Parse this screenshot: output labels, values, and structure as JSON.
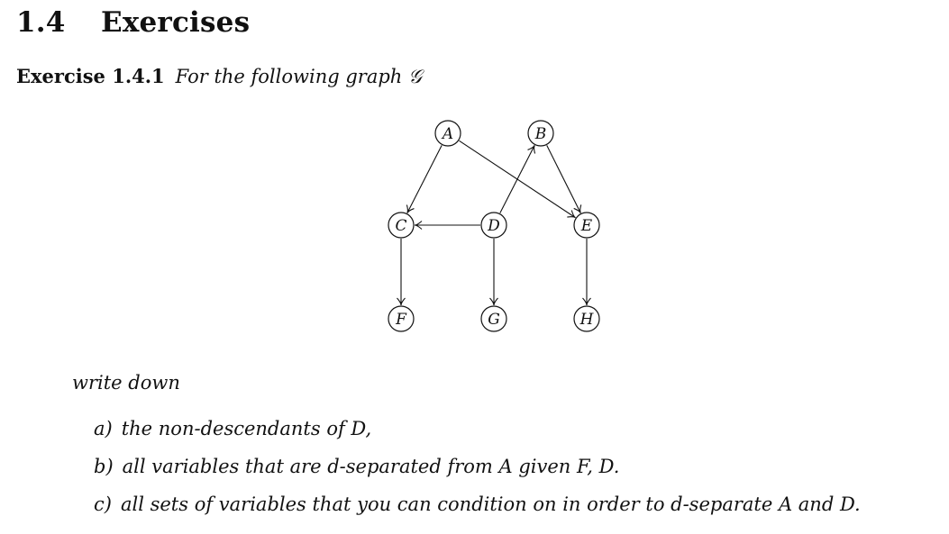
{
  "section": {
    "number": "1.4",
    "title": "Exercises"
  },
  "exercise": {
    "label": "Exercise 1.4.1",
    "prompt": "For the following graph 𝒢"
  },
  "graph": {
    "nodes": [
      {
        "id": "A",
        "label": "A"
      },
      {
        "id": "B",
        "label": "B"
      },
      {
        "id": "C",
        "label": "C"
      },
      {
        "id": "D",
        "label": "D"
      },
      {
        "id": "E",
        "label": "E"
      },
      {
        "id": "F",
        "label": "F"
      },
      {
        "id": "G",
        "label": "G"
      },
      {
        "id": "H",
        "label": "H"
      }
    ],
    "edges": [
      {
        "from": "A",
        "to": "C"
      },
      {
        "from": "A",
        "to": "E"
      },
      {
        "from": "B",
        "to": "E"
      },
      {
        "from": "D",
        "to": "B"
      },
      {
        "from": "D",
        "to": "C"
      },
      {
        "from": "C",
        "to": "F"
      },
      {
        "from": "D",
        "to": "G"
      },
      {
        "from": "E",
        "to": "H"
      }
    ]
  },
  "instruction": "write down",
  "questions": [
    {
      "marker": "a)",
      "text": "the non-descendants of D,"
    },
    {
      "marker": "b)",
      "text": "all variables that are d-separated from A given F, D."
    },
    {
      "marker": "c)",
      "text": "all sets of variables that you can condition on in order to d-separate A and D."
    }
  ]
}
